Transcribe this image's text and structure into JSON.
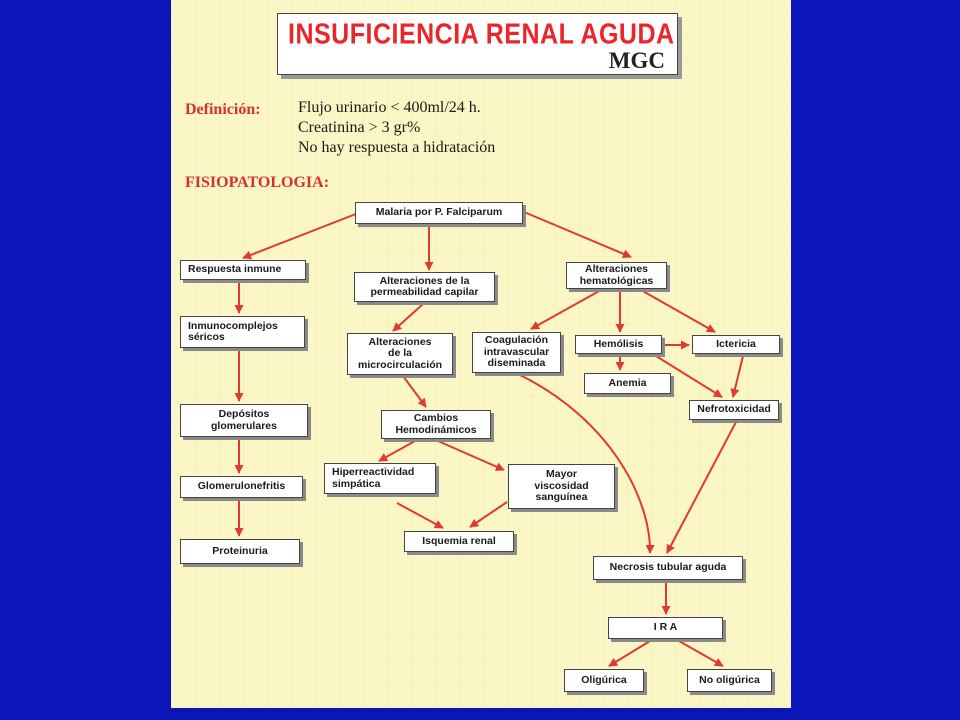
{
  "header": {
    "title": "INSUFICIENCIA RENAL AGUDA",
    "subtitle": "MGC"
  },
  "definition": {
    "label": "Definición:",
    "lines": [
      "Flujo urinario < 400ml/24 h.",
      "Creatinina > 3 gr%",
      "No hay respuesta a hidratación"
    ]
  },
  "pathophysiology": {
    "label": "FISIOPATOLOGIA:"
  },
  "nodes": {
    "malaria": [
      "Malaria por P. Falciparum"
    ],
    "respuesta": [
      "Respuesta inmune"
    ],
    "inmuno": [
      "Inmunocomplejos",
      "séricos"
    ],
    "depositos": [
      "Depósitos",
      "glomerulares"
    ],
    "glomerulo": [
      "Glomerulonefritis"
    ],
    "proteinuria": [
      "Proteinuria"
    ],
    "permeab": [
      "Alteraciones de la",
      "permeabilidad capilar"
    ],
    "microcirc": [
      "Alteraciones",
      "de la",
      "microcirculación"
    ],
    "cambios": [
      "Cambios",
      "Hemodinámicos"
    ],
    "hiper": [
      "Hiperreactividad",
      "simpática"
    ],
    "viscosidad": [
      "Mayor",
      "viscosidad",
      "sanguínea"
    ],
    "isquemia": [
      "Isquemia renal"
    ],
    "hemato": [
      "Alteraciones",
      "hematológicas"
    ],
    "coag": [
      "Coagulación",
      "intravascular",
      "diseminada"
    ],
    "hemolisis": [
      "Hemólisis"
    ],
    "ictericia": [
      "Ictericia"
    ],
    "anemia": [
      "Anemia"
    ],
    "nefro": [
      "Nefrotoxicidad"
    ],
    "necrosis": [
      "Necrosis tubular aguda"
    ],
    "ira": [
      "I R A"
    ],
    "oliguria": [
      "Oligúrica"
    ],
    "nooliguria": [
      "No oligúrica"
    ]
  },
  "colors": {
    "arrow": "#e0392f",
    "title": "#e8262c",
    "page_background": "#fbf6c6",
    "slide_background": "#0a16b8"
  }
}
